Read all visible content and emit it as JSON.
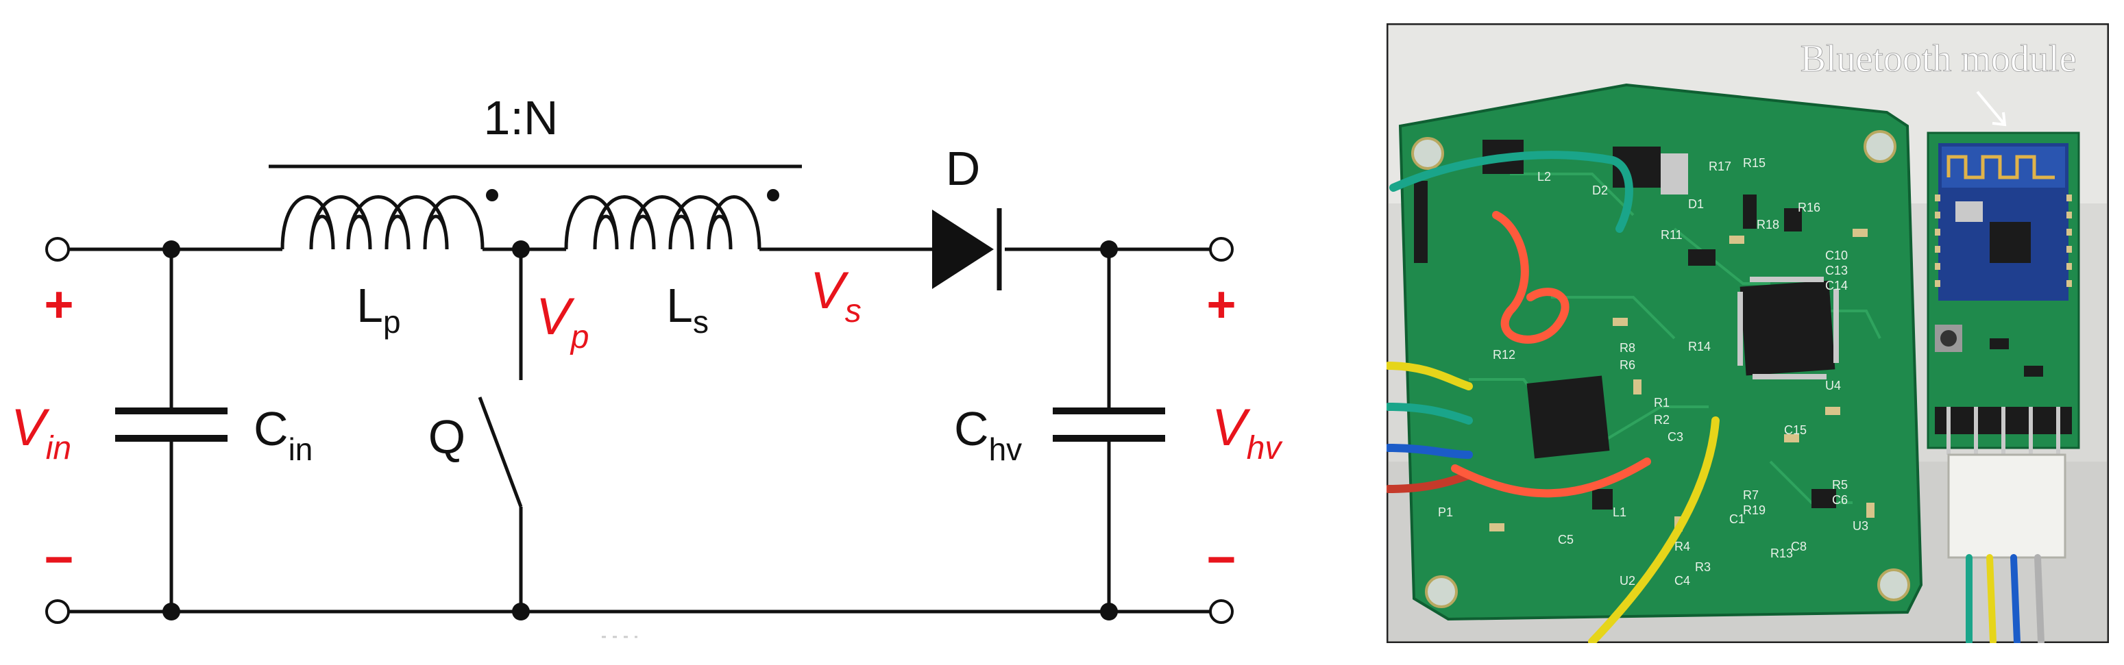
{
  "circuit": {
    "ratio": "1:N",
    "lp_main": "L",
    "lp_sub": "p",
    "ls_main": "L",
    "ls_sub": "s",
    "cin_main": "C",
    "cin_sub": "in",
    "chv_main": "C",
    "chv_sub": "hv",
    "q": "Q",
    "d": "D",
    "vin_main": "V",
    "vin_sub": "in",
    "vhv_main": "V",
    "vhv_sub": "hv",
    "vp_main": "V",
    "vp_sub": "p",
    "vs_main": "V",
    "vs_sub": "s",
    "plus": "+",
    "minus": "−"
  },
  "photo": {
    "annotation": "Bluetooth module",
    "silk": {
      "r17": "R17",
      "r15": "R15",
      "r16": "R16",
      "r18": "R18",
      "r11": "R11",
      "d1": "D1",
      "d2": "D2",
      "c10": "C10",
      "c13": "C13",
      "c14": "C14",
      "r14": "R14",
      "u4": "U4",
      "c15": "C15",
      "r5": "R5",
      "c6": "C6",
      "r7": "R7",
      "r19": "R19",
      "u3": "U3",
      "c5": "C5",
      "u2": "U2",
      "r4": "R4",
      "r3": "R3",
      "r13": "R13",
      "c8": "C8",
      "c1": "C1",
      "r1": "R1",
      "r2": "R2",
      "r12": "R12",
      "r8": "R8",
      "r6": "R6",
      "c3": "C3",
      "l1": "L1",
      "l2": "L2",
      "p1": "P1",
      "c4": "C4"
    }
  },
  "colors": {
    "red": "#e8141c",
    "pcb_green": "#1f8a4c",
    "bt_blue": "#1f3f8f"
  }
}
